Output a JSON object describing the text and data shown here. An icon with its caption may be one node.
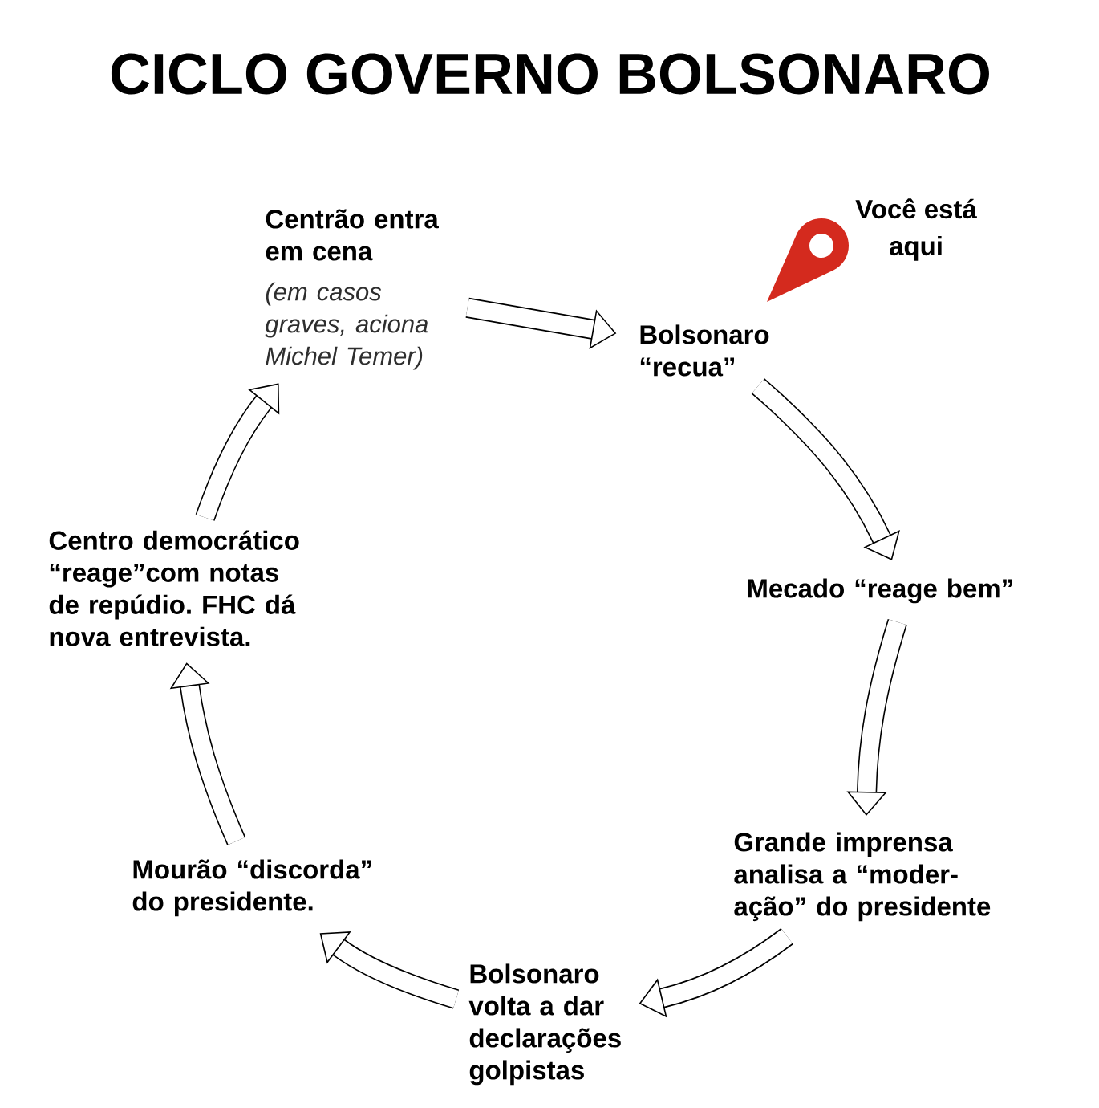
{
  "diagram": {
    "title": "CICLO GOVERNO BOLSONARO",
    "nodes": [
      {
        "text": [
          "Centrão entra em cena",
          "(em casos graves, aciona Michel Temer)"
        ]
      },
      {
        "text": [
          "Bolsonaro “recua”"
        ]
      },
      {
        "text": [
          "Mecado “reage bem”"
        ]
      },
      {
        "text": [
          "Grande imprensa analisa a “moder- ação” do presidente"
        ]
      },
      {
        "text": [
          "Bolsonaro volta a dar declarações golpistas"
        ]
      },
      {
        "text": [
          "Mourão “discorda” do presidente."
        ]
      },
      {
        "text": [
          "Centro democrático “reage”com notas de repúdio. FHC dá nova entrevista."
        ]
      }
    ],
    "edges": [
      {
        "from": 0,
        "to": 1,
        "arrow": "to"
      },
      {
        "from": 1,
        "to": 2,
        "arrow": "to"
      },
      {
        "from": 2,
        "to": 3,
        "arrow": "to"
      },
      {
        "from": 3,
        "to": 4,
        "arrow": "to"
      },
      {
        "from": 4,
        "to": 5,
        "arrow": "to"
      },
      {
        "from": 5,
        "to": 6,
        "arrow": "to"
      },
      {
        "from": 6,
        "to": 0,
        "arrow": "to"
      }
    ],
    "labels": [
      "Você está aqui"
    ]
  }
}
